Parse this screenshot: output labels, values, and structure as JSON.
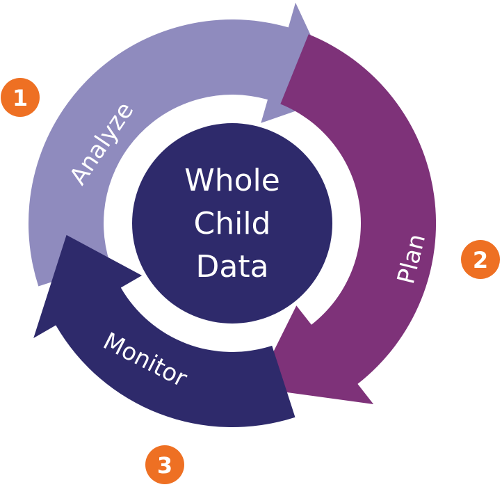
{
  "colors": {
    "analyze": "#8F8BBE",
    "plan": "#7E3279",
    "monitor": "#2E2A6B",
    "center": "#2E2A6B",
    "step_badge": "#EE7023"
  },
  "center": {
    "lines": [
      "Whole",
      "Child",
      "Data"
    ]
  },
  "stages": [
    {
      "label": "Analyze",
      "number": "1"
    },
    {
      "label": "Plan",
      "number": "2"
    },
    {
      "label": "Monitor",
      "number": "3"
    }
  ]
}
